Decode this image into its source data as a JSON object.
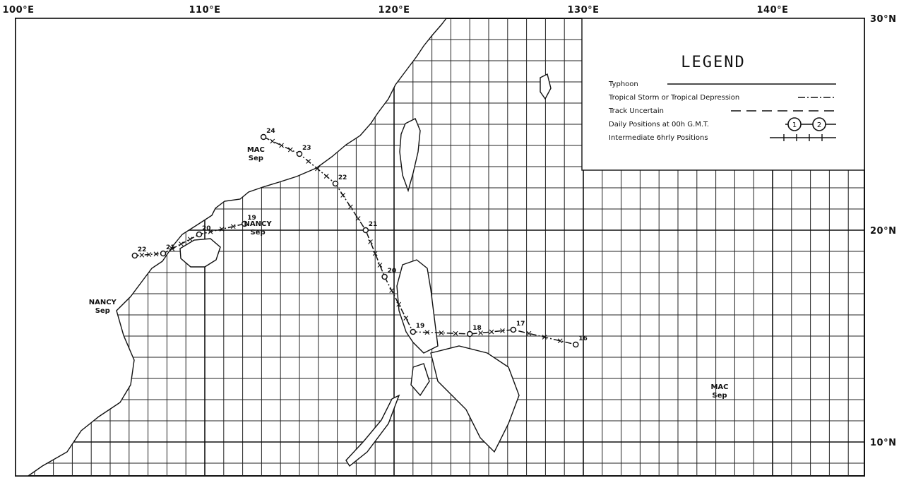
{
  "longitude_labels": [
    "100°E",
    "110°E",
    "120°E",
    "130°E",
    "140°E"
  ],
  "latitude_labels": [
    "30°N",
    "20°N",
    "10°N"
  ],
  "legend": {
    "title": "LEGEND",
    "items": [
      "Typhoon",
      "Tropical Storm or Tropical Depression",
      "Track Uncertain",
      "Daily Positions at 00h G.M.T.",
      "Intermediate 6hrly Positions"
    ],
    "circle_labels": [
      "1",
      "2"
    ]
  },
  "storms": [
    {
      "name": "MAC",
      "month": "Sep",
      "daily_positions": [
        {
          "day": "16",
          "lon": 129.6,
          "lat": 14.6
        },
        {
          "day": "17",
          "lon": 126.3,
          "lat": 15.3
        },
        {
          "day": "18",
          "lon": 124.0,
          "lat": 15.1
        },
        {
          "day": "19",
          "lon": 121.0,
          "lat": 15.2
        },
        {
          "day": "20",
          "lon": 119.5,
          "lat": 17.8
        },
        {
          "day": "21",
          "lon": 118.5,
          "lat": 20.0
        },
        {
          "day": "22",
          "lon": 116.9,
          "lat": 22.2
        },
        {
          "day": "23",
          "lon": 115.0,
          "lat": 23.6
        },
        {
          "day": "24",
          "lon": 113.1,
          "lat": 24.4
        }
      ]
    },
    {
      "name": "NANCY",
      "month": "Sep",
      "daily_positions": [
        {
          "day": "19",
          "lon": 112.1,
          "lat": 20.3
        },
        {
          "day": "20",
          "lon": 109.7,
          "lat": 19.8
        },
        {
          "day": "21",
          "lon": 107.8,
          "lat": 18.9
        },
        {
          "day": "22",
          "lon": 106.3,
          "lat": 18.8
        }
      ]
    }
  ],
  "colors": {
    "ink": "#111111",
    "paper": "#ffffff"
  }
}
